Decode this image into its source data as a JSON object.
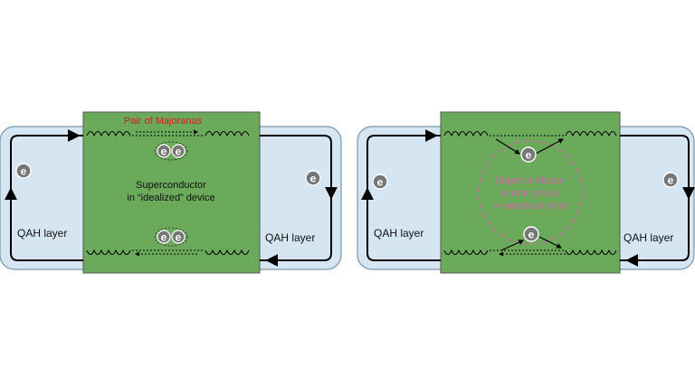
{
  "left_panel": {
    "majorana_label": "Pair of Majoranas",
    "sc_line1": "Superconductor",
    "sc_line2": "in “idealized” device",
    "qah_left": "QAH layer",
    "qah_right": "QAH layer"
  },
  "right_panel": {
    "sc_line1": "Superconductor",
    "sc_line2": "in real device",
    "sc_line3": "⇒ electrical short",
    "qah_left": "QAH layer",
    "qah_right": "QAH layer"
  },
  "electron_symbol": "e",
  "colors": {
    "qah_fill": "#d5e5f1",
    "superconductor_fill": "#6aaa5a",
    "majorana_label": "#e01818",
    "short_annotation": "#cc66aa",
    "electron_fill": "#777777"
  }
}
